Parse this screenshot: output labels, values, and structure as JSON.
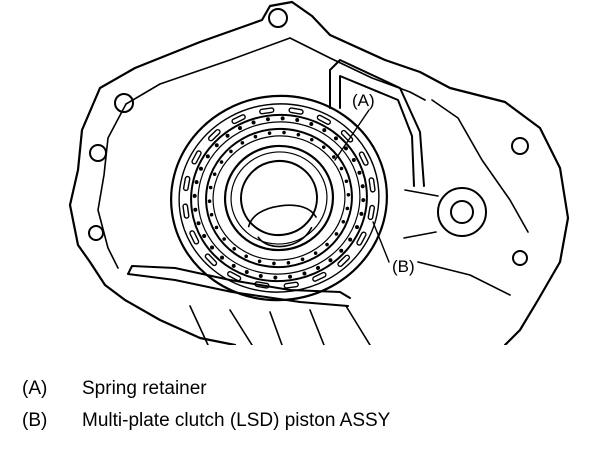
{
  "diagram": {
    "callouts": [
      {
        "key": "(A)"
      },
      {
        "key": "(B)"
      }
    ]
  },
  "legend": {
    "items": [
      {
        "key": "(A)",
        "text": "Spring retainer"
      },
      {
        "key": "(B)",
        "text": "Multi-plate clutch (LSD) piston ASSY"
      }
    ]
  },
  "colors": {
    "ink": "#000000",
    "paper": "#ffffff"
  }
}
